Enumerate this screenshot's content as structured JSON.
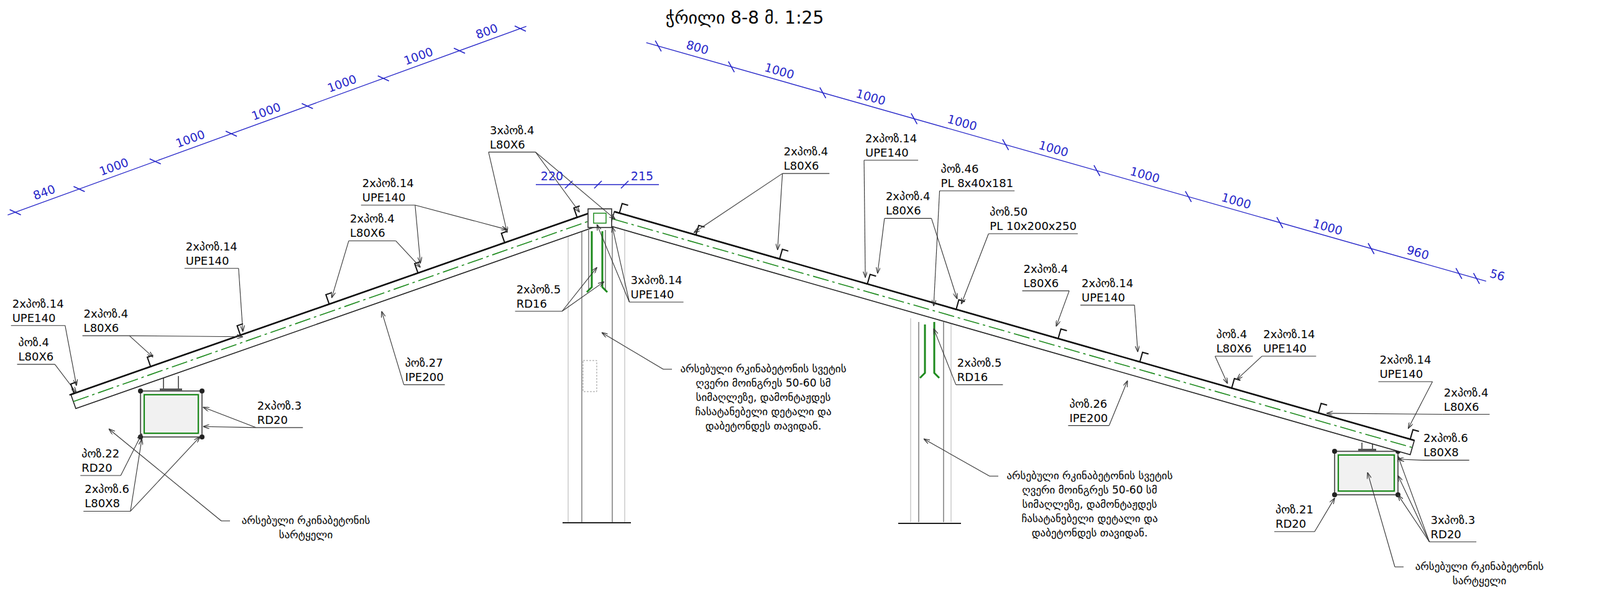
{
  "diagram": {
    "title": "ჭრილი 8-8 მ. 1:25",
    "labels": [
      "840",
      "1000",
      "1000",
      "1000",
      "1000",
      "1000",
      "800",
      "800",
      "1000",
      "1000",
      "1000",
      "1000",
      "1000",
      "1000",
      "1000",
      "960",
      "56",
      "220",
      "215",
      "3xპოზ.4",
      "L80X6",
      "2xპოზ.14",
      "UPE140",
      "2xპოზ.4",
      "L80X6",
      "2xპოზ.14",
      "UPE140",
      "2xპოზ.14",
      "UPE140",
      "2xპოზ.4",
      "L80X6",
      "პოზ.4",
      "L80X6",
      "2xპოზ.5",
      "RD16",
      "3xპოზ.14",
      "UPE140",
      "პოზ.27",
      "IPE200",
      "2xპოზ.3",
      "RD20",
      "პოზ.22",
      "RD20",
      "2xპოზ.6",
      "L80X8",
      "არსებული რკინაბეტონის სარტყელი",
      "არსებული რკინაბეტონის სვეტის ღვერი მოინგრეს 50-60 სმ სიმაღლეზე, დამონტაჟდეს ჩასატანებელი დეტალი და დაბეტონდეს თავიდან.",
      "2xპოზ.4",
      "L80X6",
      "2xპოზ.14",
      "UPE140",
      "პოზ.46",
      "PL 8x40x181",
      "2xპოზ.4",
      "L80X6",
      "პოზ.50",
      "PL 10x200x250",
      "2xპოზ.5",
      "RD16",
      "2xპოზ.4",
      "L80X6",
      "2xპოზ.14",
      "UPE140",
      "პოზ.4",
      "L80X6",
      "2xპოზ.14",
      "UPE140",
      "პოზ.26",
      "IPE200",
      "2xპოზ.14",
      "UPE140",
      "2xპოზ.4",
      "L80X6",
      "2xპოზ.6",
      "L80X8",
      "პოზ.21",
      "RD20",
      "3xპოზ.3",
      "RD20",
      "არსებული რკინაბეტონის სვეტის ღვერი მოინგრეს 50-60 სმ სიმაღლეზე, დამონტაჟდეს ჩასატანებელი დეტალი და დაბეტონდეს თავიდან.",
      "არსებული რკინაბეტონის სარტყელი"
    ]
  }
}
